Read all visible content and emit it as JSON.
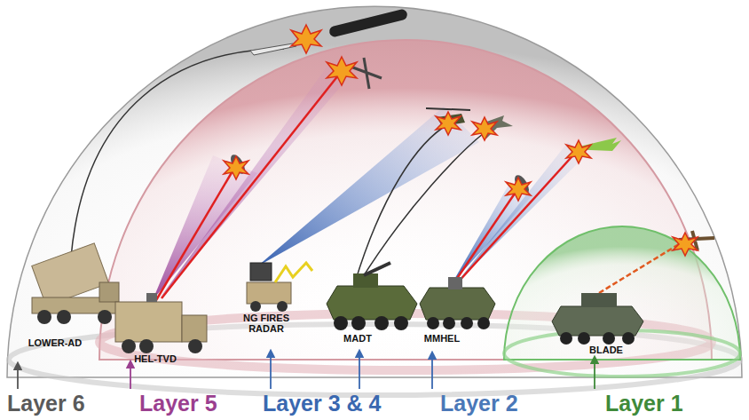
{
  "diagram": {
    "labels": [
      "LOWER-AD",
      "HEL-TVD",
      "NG FIRES RADAR",
      "MADT",
      "MMHEL",
      "BLADE",
      "Layer 6",
      "Layer 5",
      "Layer 3 & 4",
      "Layer 2",
      "Layer 1"
    ]
  }
}
